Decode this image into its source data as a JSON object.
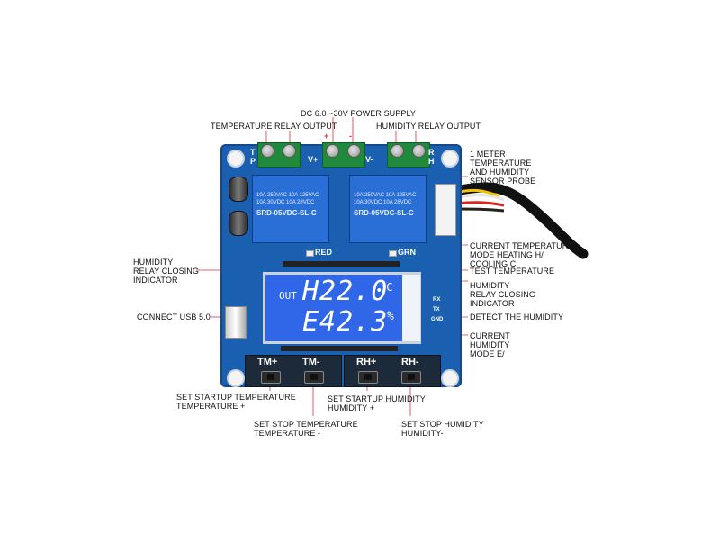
{
  "callouts": {
    "power_supply": "DC 6.0 ~30V POWER SUPPLY",
    "temp_relay_output": "TEMPERATURE RELAY OUTPUT",
    "humidity_relay_output": "HUMIDITY RELAY OUTPUT",
    "sensor_probe": [
      "1 METER",
      "TEMPERATURE",
      "AND HUMIDITY",
      "SENSOR PROBE"
    ],
    "current_temp_mode": [
      "CURRENT TEMPERATURE",
      "MODE HEATING H/",
      "COOLING C"
    ],
    "test_temperature": "TEST TEMPERATURE",
    "humidity_relay_closing_right": [
      "HUMIDITY",
      "RELAY CLOSING",
      "INDICATOR"
    ],
    "humidity_relay_closing_left": [
      "HUMIDITY",
      "RELAY CLOSING",
      "INDICATOR"
    ],
    "detect_humidity": "DETECT THE HUMIDITY",
    "current_humidity_mode": [
      "CURRENT",
      "HUMIDITY",
      "MODE E/"
    ],
    "connect_usb": "CONNECT USB 5.0",
    "set_startup_temp": [
      "SET STARTUP TEMPERATURE",
      "TEMPERATURE +"
    ],
    "set_startup_humidity": [
      "SET STARTUP HUMIDITY",
      "HUMIDITY +"
    ],
    "set_stop_temp": [
      "SET STOP TEMPERATURE",
      "TEMPERATURE -"
    ],
    "set_stop_humidity": [
      "SET STOP HUMIDITY",
      "HUMIDITY-"
    ]
  },
  "board": {
    "plus_mark": "+",
    "minus_mark": "-",
    "vplus": "V+",
    "vminus": "V-",
    "tp_label": "T\nP",
    "rh_label": "R\nH",
    "red_led": "RED",
    "grn_led": "GRN",
    "relay_ratings": [
      "10A 250VAC  10A 125VAC",
      "10A  30VDC  10A  28VDC"
    ],
    "relay_model": "SRD-05VDC-SL-C",
    "side_marks": [
      "RX",
      "TX",
      "GND"
    ]
  },
  "lcd": {
    "out_label": "OUT",
    "temp_reading": "H22.0",
    "temp_unit": "°C",
    "humidity_reading": "E42.3",
    "humidity_unit": "%"
  },
  "buttons": [
    {
      "label": "TM+"
    },
    {
      "label": "TM-"
    },
    {
      "label": "RH+"
    },
    {
      "label": "RH-"
    }
  ],
  "colors": {
    "pcb": "#1a5fb0",
    "lcd": "#2f67e8",
    "terminal": "#1f8a3b",
    "relay": "#2a6fd6"
  }
}
